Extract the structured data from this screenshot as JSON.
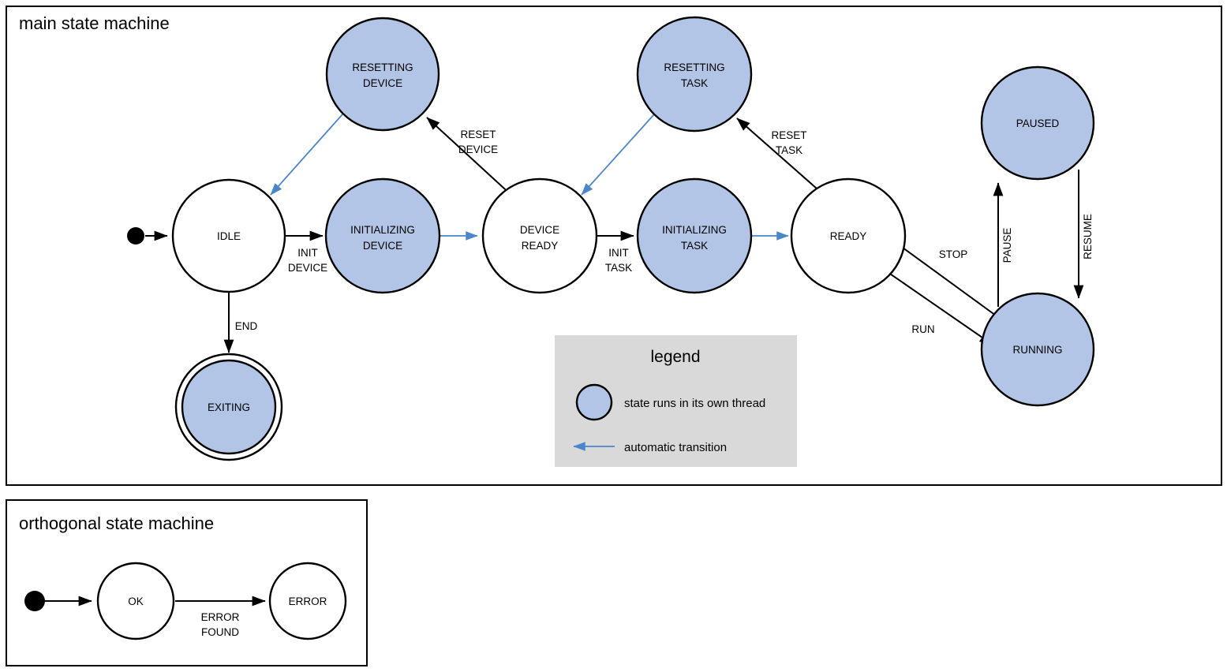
{
  "colors": {
    "threaded_fill": "#b2c5e6",
    "plain_fill": "#ffffff",
    "stroke": "#000000",
    "auto_transition": "#4a86c8",
    "legend_bg": "#d9d9d9",
    "page_bg": "#ffffff"
  },
  "main_machine": {
    "title": "main state machine",
    "states": {
      "idle": "IDLE",
      "resetting_device": "RESETTING\nDEVICE",
      "resetting_device_line1": "RESETTING",
      "resetting_device_line2": "DEVICE",
      "initializing_device_line1": "INITIALIZING",
      "initializing_device_line2": "DEVICE",
      "device_ready_line1": "DEVICE",
      "device_ready_line2": "READY",
      "resetting_task_line1": "RESETTING",
      "resetting_task_line2": "TASK",
      "initializing_task_line1": "INITIALIZING",
      "initializing_task_line2": "TASK",
      "ready": "READY",
      "paused": "PAUSED",
      "running": "RUNNING",
      "exiting": "EXITING"
    },
    "transitions": {
      "init_device_line1": "INIT",
      "init_device_line2": "DEVICE",
      "reset_device_line1": "RESET",
      "reset_device_line2": "DEVICE",
      "init_task_line1": "INIT",
      "init_task_line2": "TASK",
      "reset_task_line1": "RESET",
      "reset_task_line2": "TASK",
      "end": "END",
      "stop": "STOP",
      "run": "RUN",
      "pause": "PAUSE",
      "resume": "RESUME"
    }
  },
  "legend": {
    "title": "legend",
    "thread_text": "state runs in its own thread",
    "auto_text": "automatic transition"
  },
  "orthogonal_machine": {
    "title": "orthogonal state machine",
    "states": {
      "ok": "OK",
      "error": "ERROR"
    },
    "transitions": {
      "error_found_line1": "ERROR",
      "error_found_line2": "FOUND"
    }
  }
}
